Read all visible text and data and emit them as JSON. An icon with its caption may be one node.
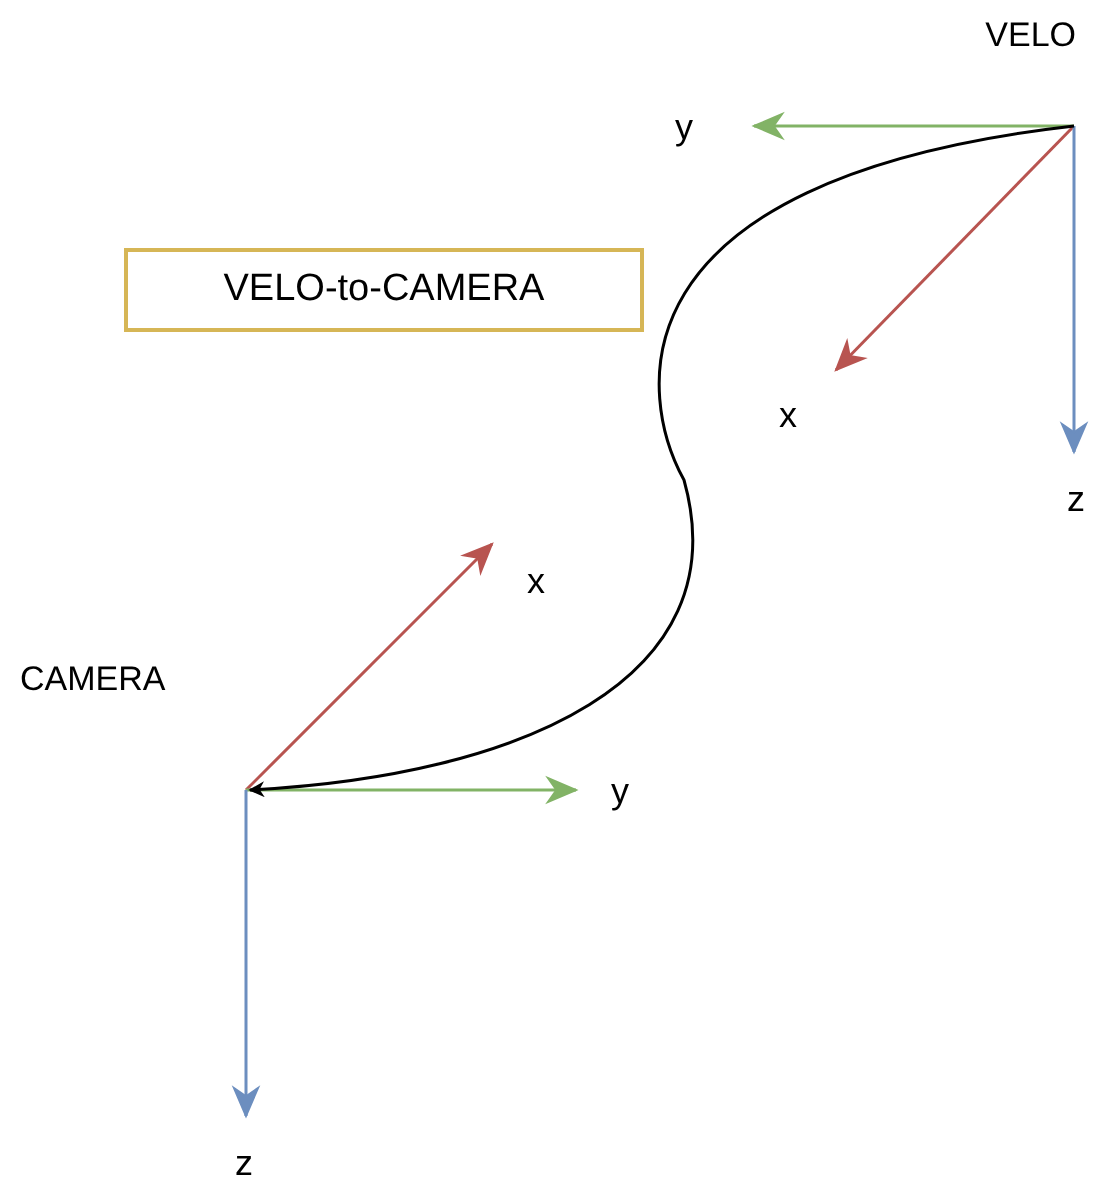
{
  "diagram": {
    "nodes": [
      {
        "text": [
          "VELO"
        ]
      },
      {
        "text": [
          "VELO-to-CAMERA"
        ]
      },
      {
        "text": [
          "CAMERA"
        ]
      }
    ],
    "edges": [
      {
        "from": 0,
        "to": 2,
        "arrow": "to"
      }
    ],
    "labels": [
      "y",
      "x",
      "z",
      "x",
      "y",
      "z"
    ]
  }
}
